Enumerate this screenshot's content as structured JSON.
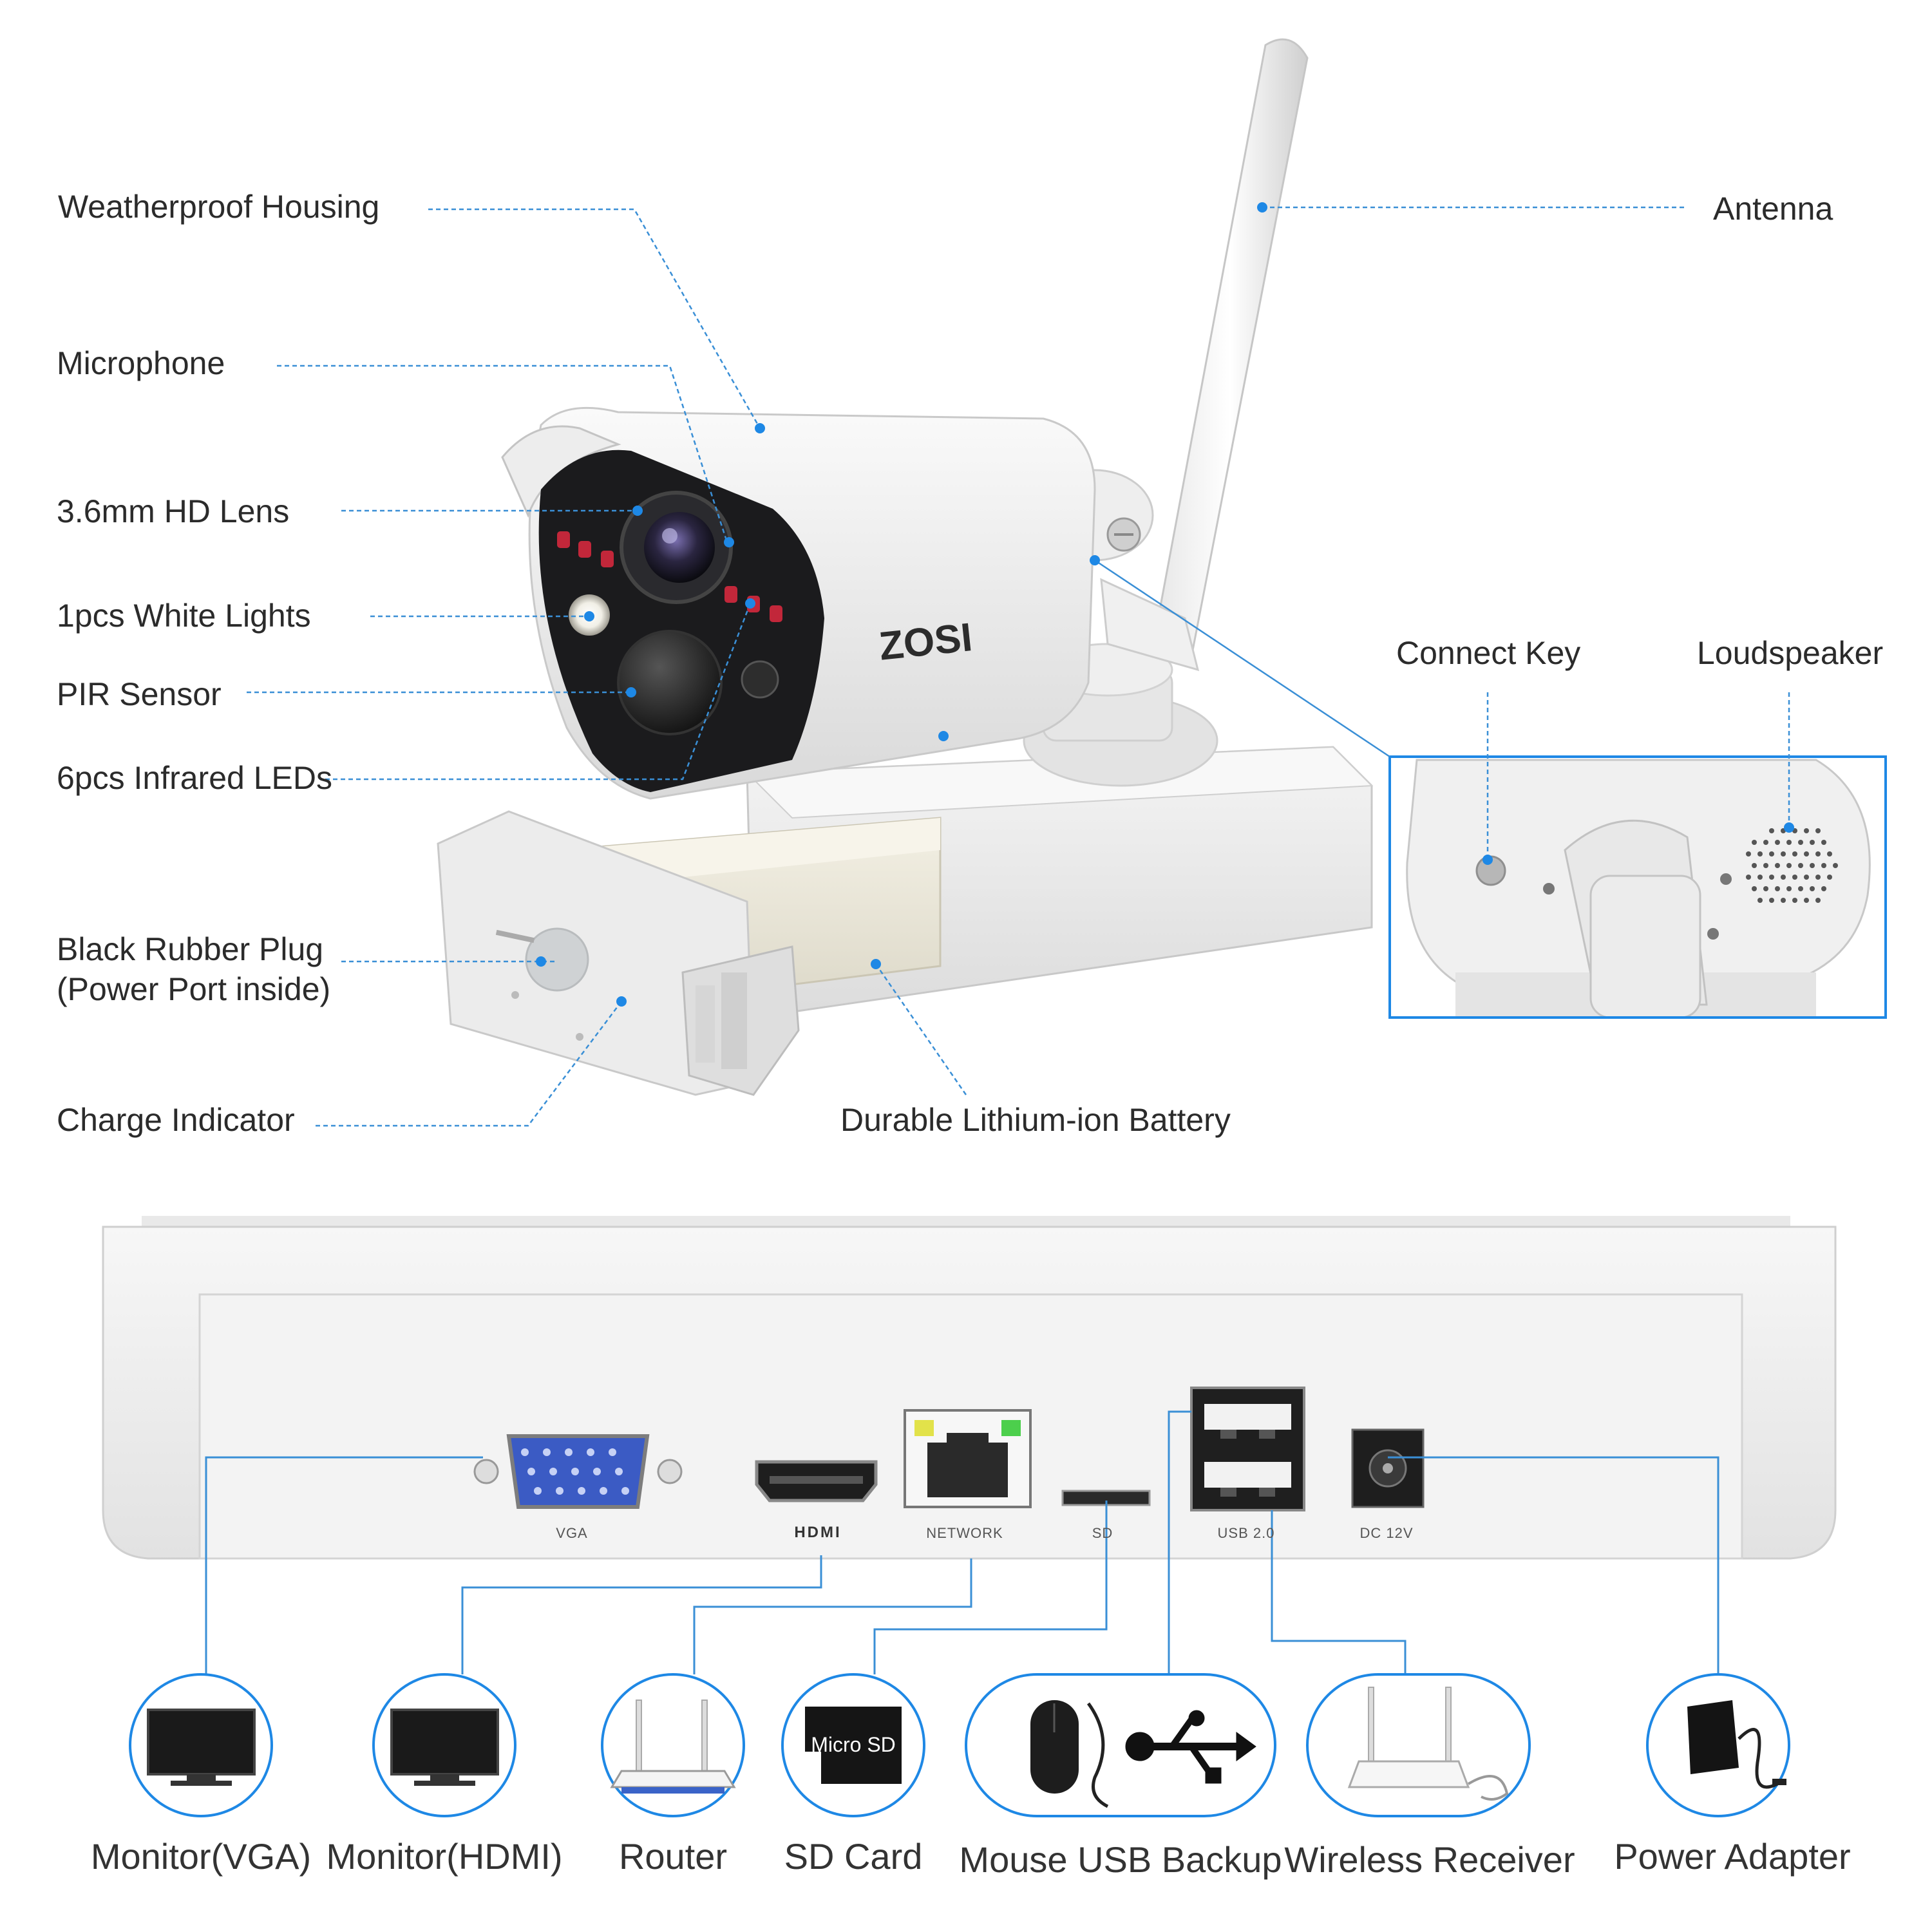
{
  "camera_callouts": {
    "weatherproof_housing": "Weatherproof Housing",
    "microphone": "Microphone",
    "hd_lens": "3.6mm HD Lens",
    "white_lights": "1pcs White Lights",
    "pir_sensor": "PIR Sensor",
    "infrared_leds": "6pcs Infrared LEDs",
    "rubber_plug_line1": "Black Rubber Plug",
    "rubber_plug_line2": "(Power Port inside)",
    "charge_indicator": "Charge Indicator",
    "antenna": "Antenna",
    "connect_key": "Connect Key",
    "loudspeaker": "Loudspeaker",
    "battery": "Durable Lithium-ion Battery"
  },
  "camera_brand": "ZOSI",
  "nvr_ports": {
    "vga": "VGA",
    "hdmi": "HDMI",
    "network": "NETWORK",
    "sd": "SD",
    "usb": "USB 2.0",
    "dc": "DC 12V"
  },
  "connections": {
    "monitor_vga": "Monitor(VGA)",
    "monitor_hdmi": "Monitor(HDMI)",
    "router": "Router",
    "sd_card": "SD Card",
    "micro_sd_text": "Micro SD",
    "mouse_usb_backup": "Mouse USB Backup",
    "wireless_receiver": "Wireless Receiver",
    "power_adapter": "Power Adapter"
  },
  "colors": {
    "callout_line": "#3a8fd6",
    "dot": "#1e88e5",
    "text": "#2b2b2b",
    "body_white": "#eeeeee",
    "vga_blue": "#3b5bc4"
  }
}
